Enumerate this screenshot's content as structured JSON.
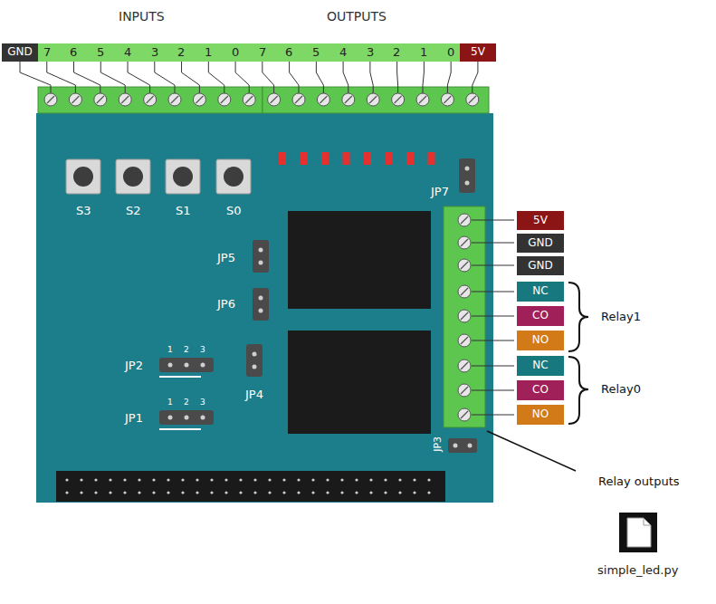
{
  "diagram": {
    "nodes": [
      {
        "text": [
          "GND"
        ]
      },
      {
        "text": [
          "5V"
        ]
      },
      {
        "text": [
          "5V"
        ]
      },
      {
        "text": [
          "GND"
        ]
      },
      {
        "text": [
          "GND"
        ]
      },
      {
        "text": [
          "NC"
        ]
      },
      {
        "text": [
          "CO"
        ]
      },
      {
        "text": [
          "NO"
        ]
      },
      {
        "text": [
          "NC"
        ]
      },
      {
        "text": [
          "CO"
        ]
      },
      {
        "text": [
          "NO"
        ]
      }
    ],
    "labels": [
      "INPUTS",
      "OUTPUTS",
      "7",
      "6",
      "5",
      "4",
      "3",
      "2",
      "1",
      "0",
      "7",
      "6",
      "5",
      "4",
      "3",
      "2",
      "1",
      "0",
      "S3",
      "S2",
      "S1",
      "S0",
      "JP7",
      "JP5",
      "JP6",
      "Relay1",
      "1",
      "2",
      "3",
      "JP2",
      "JP4",
      "Relay0",
      "1",
      "2",
      "3",
      "JP1",
      "JP3",
      "Relay outputs",
      "simple_led.py"
    ]
  }
}
